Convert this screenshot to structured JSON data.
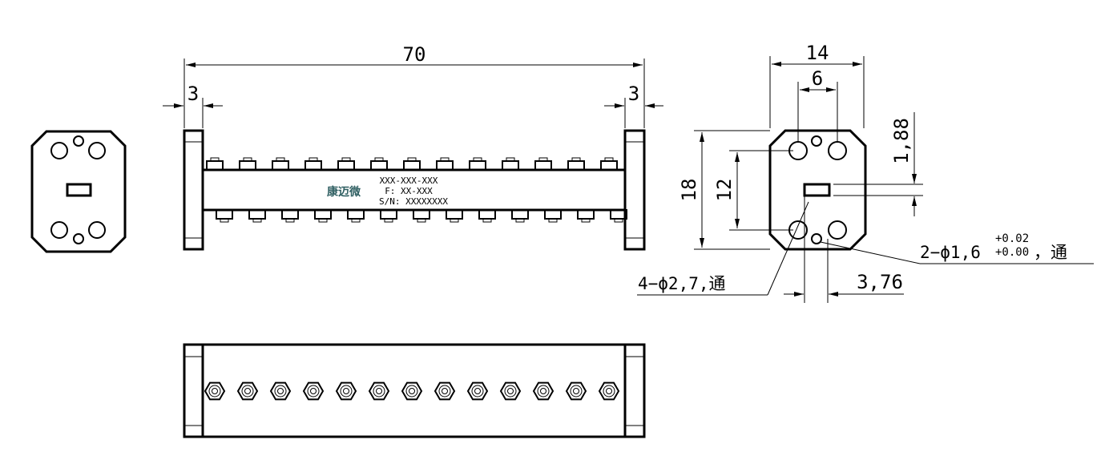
{
  "dimensions": {
    "length": "70",
    "flange_left": "3",
    "flange_right": "3",
    "width": "14",
    "hole_spacing_x": "6",
    "height": "18",
    "hole_spacing_y": "12",
    "slot_height": "1,88",
    "pin_offset": "3,76"
  },
  "callouts": {
    "mounting_holes": "4−ϕ2,7,通",
    "pin_holes_base": "2−ϕ1,6",
    "pin_holes_tol_upper": "+0.02",
    "pin_holes_tol_lower": "+0.00",
    "pin_holes_suffix": "，通"
  },
  "label_plate": {
    "brand": "康迈微",
    "part_no": "XXX-XXX-XXX",
    "freq": "F: XX-XXX",
    "serial": "S/N: XXXXXXXX"
  },
  "screw_count": 13
}
